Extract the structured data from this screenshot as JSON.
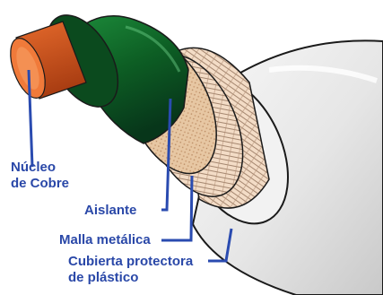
{
  "diagram": {
    "labels": {
      "core": [
        "Núcleo",
        "de Cobre"
      ],
      "insulation": "Aislante",
      "shield": "Malla metálica",
      "jacket": [
        "Cubierta protectora",
        "de plástico"
      ]
    }
  },
  "colors": {
    "label_text": "#2a48a8",
    "leader_line": "#2a4bb0",
    "copper": "#d2541c",
    "copper_end": "#f07a3a",
    "dielectric": "#0f6e2a",
    "dielectric_dark": "#0a3f18",
    "foam": "#e7c7a3",
    "braid": "#f3dcc6",
    "jacket": "#ebebeb",
    "outline": "#1a1a1a"
  }
}
